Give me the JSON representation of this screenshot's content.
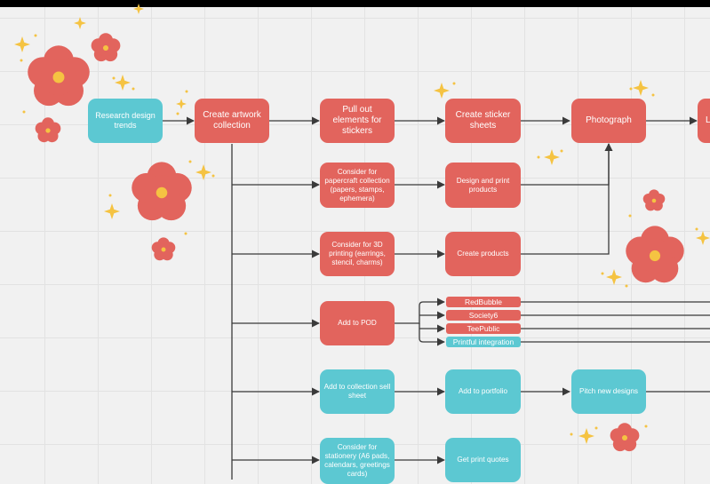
{
  "board": {
    "nodes": {
      "research": "Research design trends",
      "create_artwork": "Create artwork collection",
      "pull_out": "Pull out elements for stickers",
      "sticker_sheets": "Create sticker sheets",
      "photograph": "Photograph",
      "next_partial": "L",
      "papercraft": "Consider for papercraft collection (papers, stamps, ephemera)",
      "design_print": "Design and print products",
      "printing_3d": "Consider for 3D printing (earrings, stencil, charms)",
      "create_products": "Create products",
      "add_pod": "Add to POD",
      "collection_sheet": "Add to collection sell sheet",
      "portfolio": "Add to portfolio",
      "pitch": "Pitch new designs",
      "stationery": "Consider for stationery (A6 pads, calendars, greetings cards)",
      "print_quotes": "Get print quotes"
    },
    "pod_tags": {
      "redbubble": "RedBubble",
      "society6": "Society6",
      "teepublic": "TeePublic",
      "printful": "Printful integration"
    }
  },
  "colors": {
    "coral": "#e2645d",
    "teal": "#5cc8d2",
    "flower_center": "#f5c342",
    "star": "#f5c342",
    "connector": "#3a3a3a",
    "grid_background": "#f1f1f1"
  },
  "decorations": {
    "flower_icon": "flower-icon",
    "star_icon": "sparkle-star-icon"
  }
}
